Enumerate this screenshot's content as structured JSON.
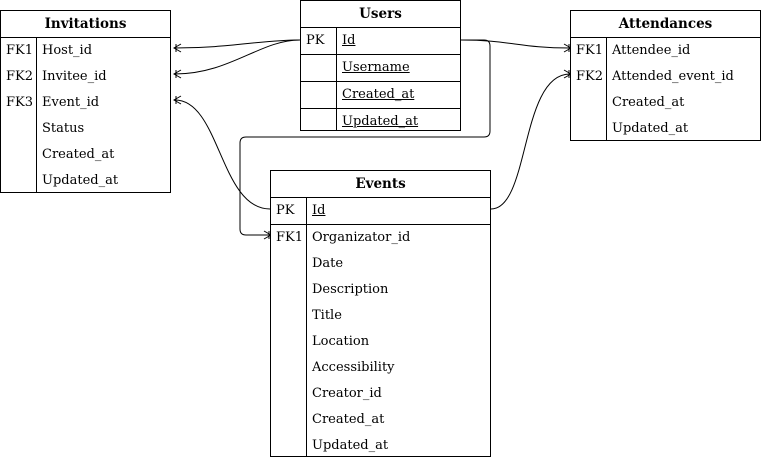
{
  "entities": {
    "invitations": {
      "title": "Invitations",
      "rows": [
        {
          "key": "FK1",
          "field": "Host_id"
        },
        {
          "key": "FK2",
          "field": "Invitee_id"
        },
        {
          "key": "FK3",
          "field": "Event_id"
        },
        {
          "key": "",
          "field": "Status"
        },
        {
          "key": "",
          "field": "Created_at"
        },
        {
          "key": "",
          "field": "Updated_at"
        }
      ]
    },
    "users": {
      "title": "Users",
      "rows": [
        {
          "key": "PK",
          "field": "Id"
        },
        {
          "key": "",
          "field": "Username"
        },
        {
          "key": "",
          "field": "Created_at"
        },
        {
          "key": "",
          "field": "Updated_at"
        }
      ]
    },
    "attendances": {
      "title": "Attendances",
      "rows": [
        {
          "key": "FK1",
          "field": "Attendee_id"
        },
        {
          "key": "FK2",
          "field": "Attended_event_id"
        },
        {
          "key": "",
          "field": "Created_at"
        },
        {
          "key": "",
          "field": "Updated_at"
        }
      ]
    },
    "events": {
      "title": "Events",
      "rows": [
        {
          "key": "PK",
          "field": "Id"
        },
        {
          "key": "FK1",
          "field": "Organizator_id"
        },
        {
          "key": "",
          "field": "Date"
        },
        {
          "key": "",
          "field": "Description"
        },
        {
          "key": "",
          "field": "Title"
        },
        {
          "key": "",
          "field": "Location"
        },
        {
          "key": "",
          "field": "Accessibility"
        },
        {
          "key": "",
          "field": "Creator_id"
        },
        {
          "key": "",
          "field": "Created_at"
        },
        {
          "key": "",
          "field": "Updated_at"
        }
      ]
    }
  },
  "relationships": [
    {
      "from": "users.Id",
      "to": "invitations.Host_id",
      "cardinality": "one-to-many"
    },
    {
      "from": "users.Id",
      "to": "invitations.Invitee_id",
      "cardinality": "one-to-many"
    },
    {
      "from": "events.Id",
      "to": "invitations.Event_id",
      "cardinality": "one-to-many"
    },
    {
      "from": "users.Id",
      "to": "attendances.Attendee_id",
      "cardinality": "one-to-many"
    },
    {
      "from": "events.Id",
      "to": "attendances.Attended_event_id",
      "cardinality": "one-to-many"
    },
    {
      "from": "users.Id",
      "to": "events.Organizator_id",
      "cardinality": "one-to-many"
    }
  ]
}
